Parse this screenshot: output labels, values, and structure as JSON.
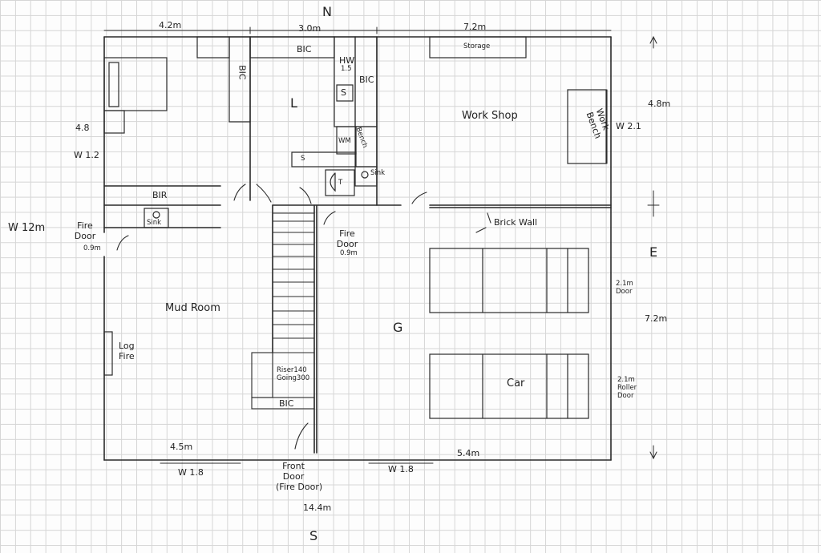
{
  "compass": {
    "north": "N",
    "south": "S",
    "east": "E",
    "west": "W 12m"
  },
  "dimensions": {
    "top_left": "4.2m",
    "top_middle": "3.0m",
    "top_right": "7.2m",
    "right_upper": "4.8m",
    "right_lower": "7.2m",
    "left_upper": "4.8",
    "bottom_left": "4.5m",
    "bottom_right": "5.4m",
    "bottom_total": "14.4m"
  },
  "rooms": {
    "laundry": "L",
    "workshop": "Work Shop",
    "mud_room": "Mud Room",
    "garage": "G",
    "car": "Car"
  },
  "fixtures": {
    "bic_top": "BIC",
    "bic_left": "BIC",
    "bic_right": "BIC",
    "bic_stair": "BIC",
    "bir": "BIR",
    "hw": "HW",
    "hw_size": "1.5",
    "s1": "S",
    "s2": "S",
    "t": "T",
    "wm": "WM",
    "bench": "Bench",
    "sink_laundry": "Sink",
    "sink_bir": "Sink",
    "storage": "Storage",
    "work_bench": "Work Bench",
    "brick_wall": "Brick Wall",
    "log_fire": "Log Fire",
    "riser_going": "Riser140 Going300"
  },
  "openings": {
    "window_left": "W 1.2",
    "window_right": "W 2.1",
    "window_bottom_left": "W 1.8",
    "window_bottom_right": "W 1.8",
    "fire_door_left": "Fire Door",
    "fire_door_left_size": "0.9m",
    "fire_door_mid": "Fire Door",
    "fire_door_mid_size": "0.9m",
    "door_21": "2.1m Door",
    "roller_door": "2.1m Roller Door",
    "front_door": "Front Door",
    "front_door_note": "(Fire Door)"
  }
}
